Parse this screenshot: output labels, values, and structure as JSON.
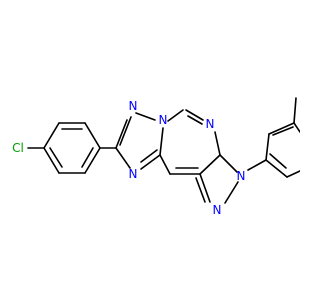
{
  "colors": {
    "background": "#ffffff",
    "bond": "#000000",
    "nitrogen": "#0000ff",
    "chlorine": "#00a000"
  },
  "molecule": {
    "atoms": {
      "cl": "Cl",
      "n_tri_top": "N",
      "n_fused": "N",
      "n_tri_bottom": "N",
      "n_pyrimidine": "N",
      "n_pyrazole_aryl": "N",
      "n_pyrazole": "N"
    }
  }
}
